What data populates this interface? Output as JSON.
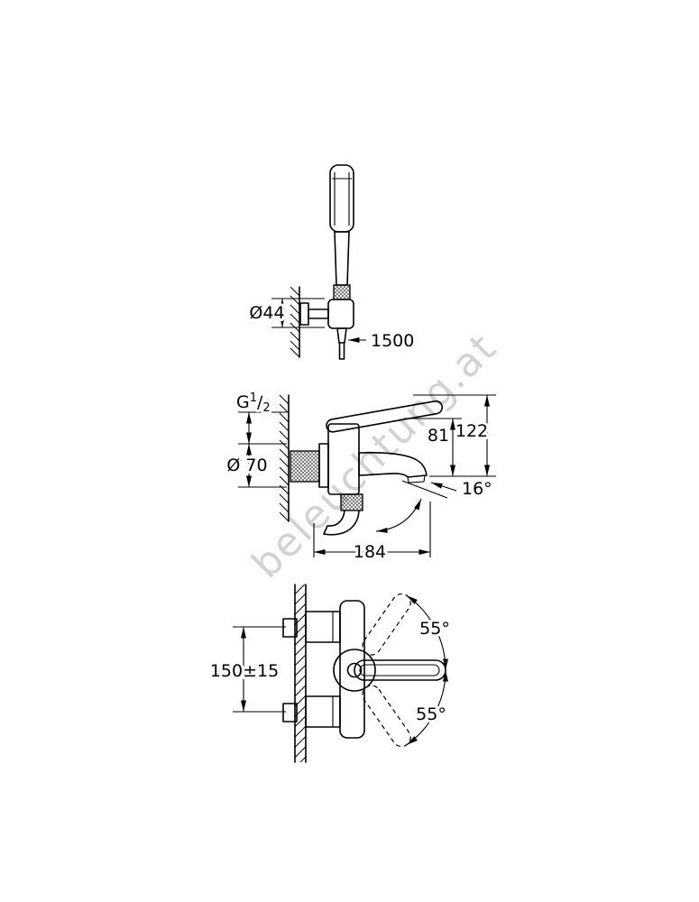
{
  "watermark": {
    "text": "beleuchtung.at",
    "color": "#c8c8c8"
  },
  "views": {
    "hand_shower": {
      "holder_diameter": "Ø44",
      "hose_length": "1500"
    },
    "side": {
      "thread_g": "G",
      "thread_num": "1",
      "thread_slash": "/",
      "thread_den": "2",
      "escutcheon_diameter": "Ø 70",
      "spout_height": "81",
      "total_height": "122",
      "spout_angle": "16°",
      "projection": "184"
    },
    "front": {
      "centers_distance": "150±15",
      "lever_angle_up": "55°",
      "lever_angle_down": "55°"
    }
  }
}
